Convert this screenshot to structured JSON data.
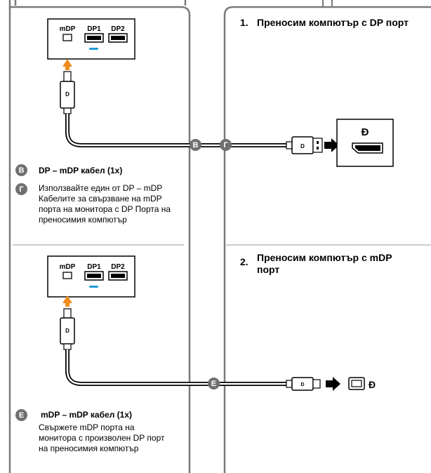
{
  "step1": {
    "number": "1.",
    "title": "Преносим компютър с DP порт"
  },
  "step2": {
    "number": "2.",
    "title": "Преносим компютър с mDP порт"
  },
  "monitor_ports": {
    "mdp": "mDP",
    "dp1": "DP1",
    "dp2": "DP2"
  },
  "badges": {
    "v": "В",
    "g": "Г",
    "e": "Е"
  },
  "cable_v": {
    "heading": "DP – mDP кабел (1x)"
  },
  "cable_g": {
    "text": "Използвайте един от DP – mDP Кабелите за свързване на mDP порта на монитора с DP Порта на преносимия компютър"
  },
  "cable_e": {
    "heading": "mDP – mDP кабел (1x)",
    "text": "Свържете mDP порта на монитора с произволен DP порт на преносимия компютър"
  },
  "colors": {
    "arrow": "#f08c1e",
    "indicator": "#1e9bd7",
    "frame": "#7a7a7a",
    "badge": "#707070"
  },
  "icons": [
    "displayport-logo-icon",
    "arrow-up-icon",
    "arrow-right-icon",
    "mdp-port-icon",
    "dp-port-icon"
  ]
}
